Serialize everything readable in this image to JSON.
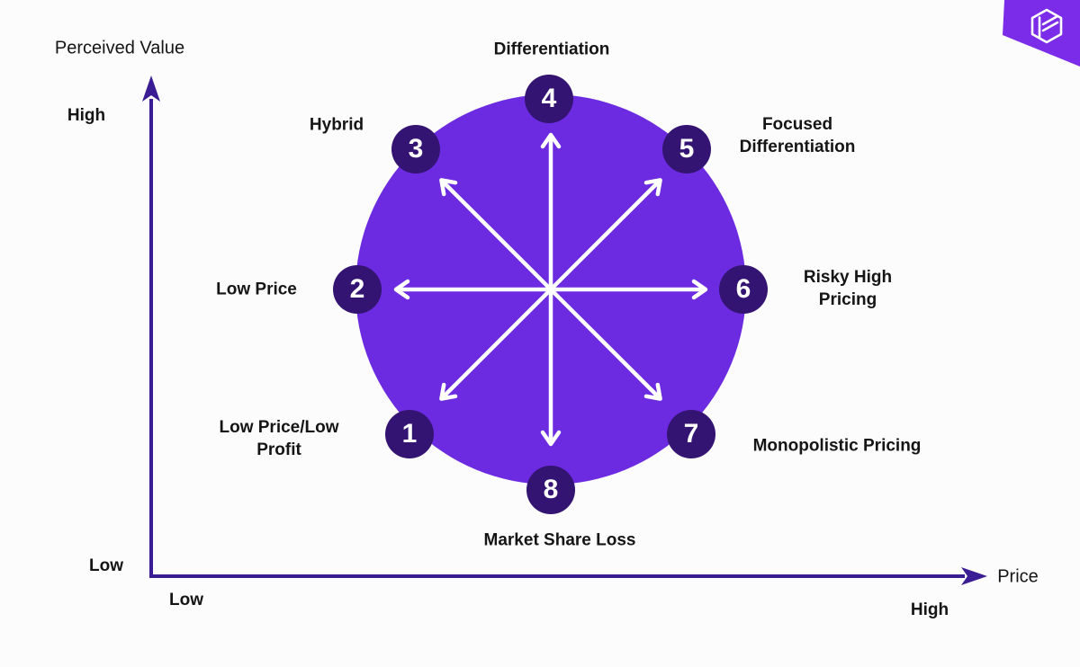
{
  "colors": {
    "bg": "#fdfcfc",
    "circle": "#6c2be0",
    "node": "#341472",
    "axis": "#3a1d94",
    "arrow": "#ffffff",
    "ribbon": "#7b2ce8",
    "text": "#151515"
  },
  "branding": {
    "icon": "layered-cube-icon"
  },
  "axes": {
    "y": {
      "title": "Perceived Value",
      "high": "High",
      "low": "Low"
    },
    "x": {
      "title": "Price",
      "low": "Low",
      "high": "High"
    }
  },
  "diagram": {
    "type": "strategy-clock",
    "nodes": [
      {
        "number": "1",
        "label": "Low Price/Low Profit"
      },
      {
        "number": "2",
        "label": "Low Price"
      },
      {
        "number": "3",
        "label": "Hybrid"
      },
      {
        "number": "4",
        "label": "Differentiation"
      },
      {
        "number": "5",
        "label": "Focused Differentiation"
      },
      {
        "number": "6",
        "label": "Risky High Pricing"
      },
      {
        "number": "7",
        "label": "Monopolistic Pricing"
      },
      {
        "number": "8",
        "label": "Market Share Loss"
      }
    ]
  }
}
